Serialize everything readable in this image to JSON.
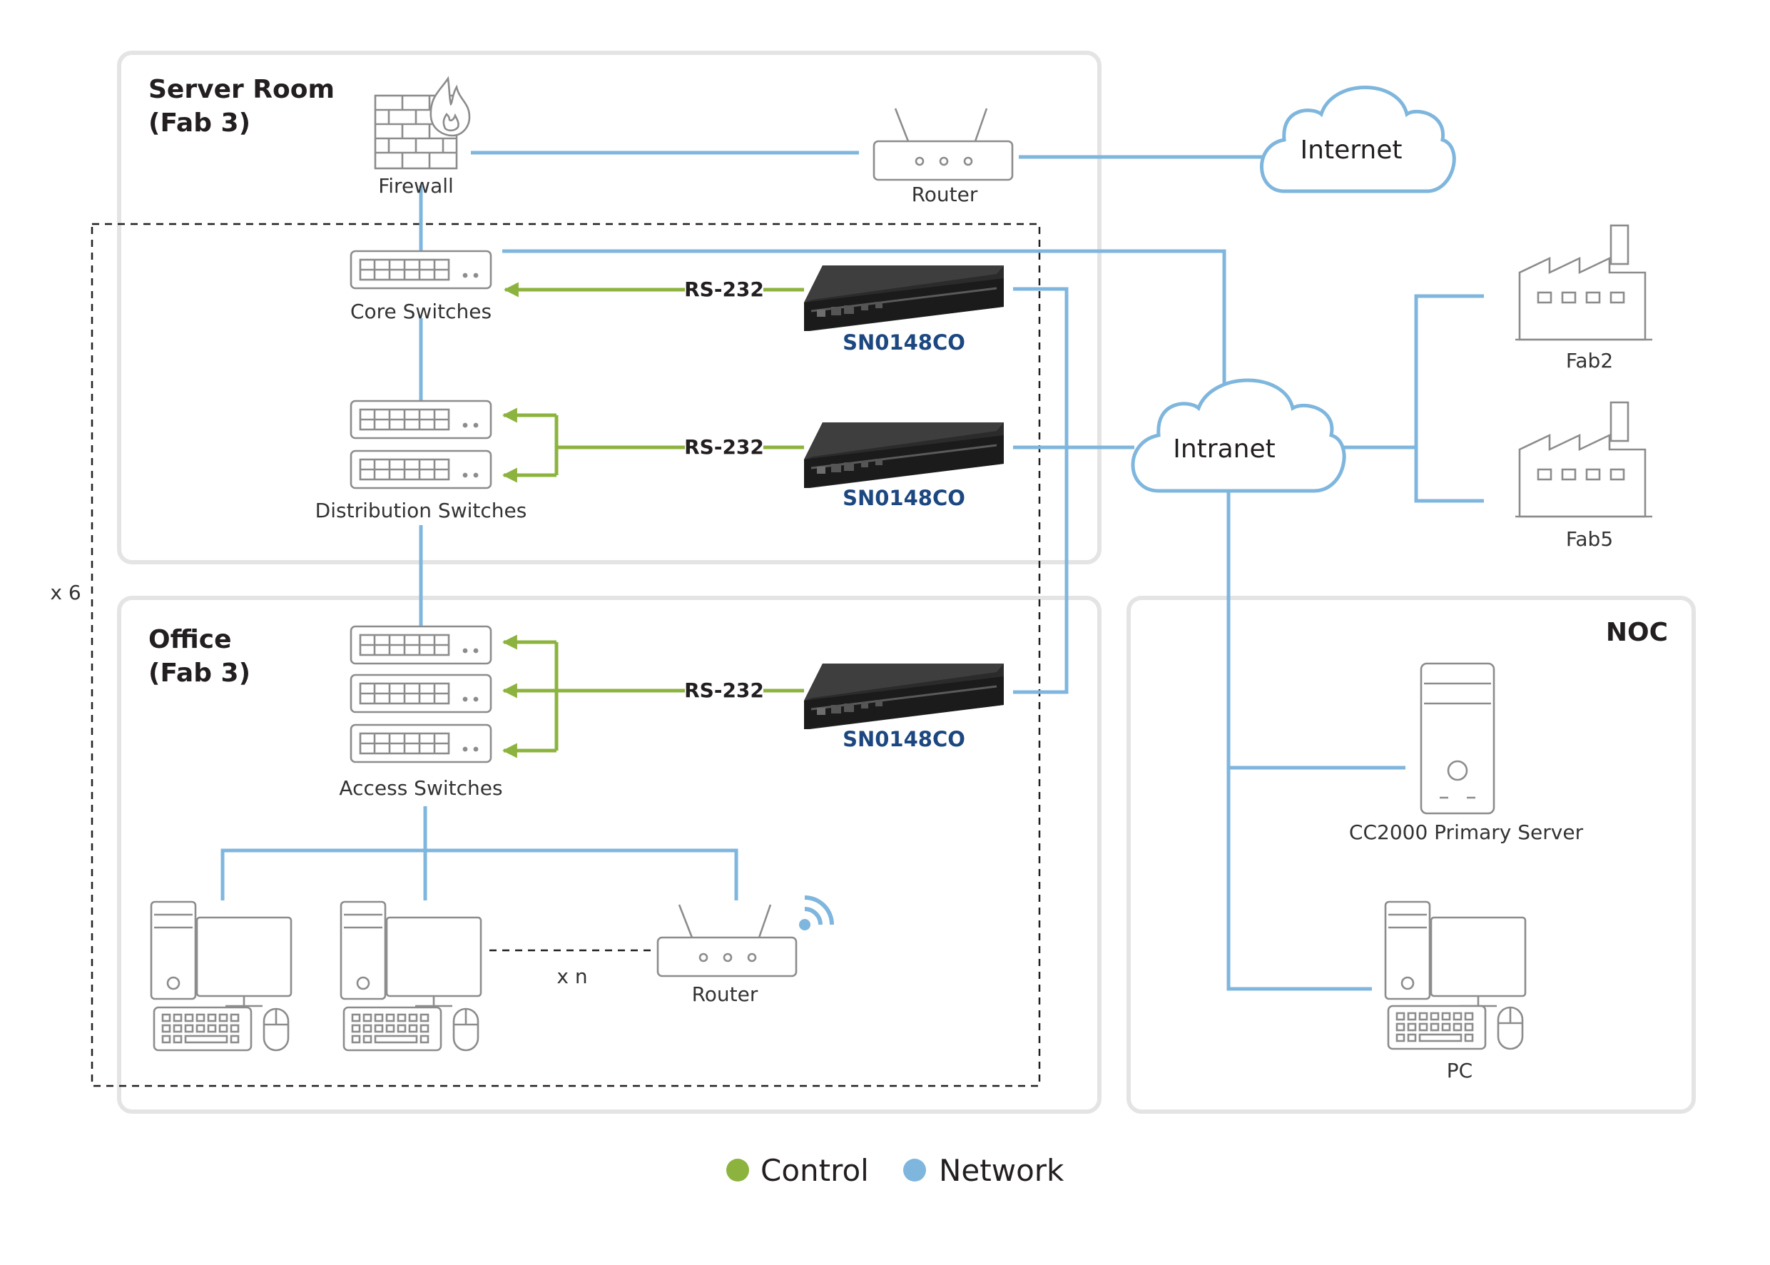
{
  "groups": {
    "server_room": {
      "line1": "Server Room",
      "line2": "(Fab 3)"
    },
    "office": {
      "line1": "Office",
      "line2": "(Fab 3)"
    },
    "noc": "NOC",
    "multiplier": "x 6"
  },
  "devices": {
    "firewall": "Firewall",
    "router_top": "Router",
    "core_switches": "Core Switches",
    "distribution_switches": "Distribution Switches",
    "access_switches": "Access Switches",
    "router_office": "Router",
    "office_multiplier": "x n",
    "primary_server": "CC2000 Primary Server",
    "pc": "PC",
    "fab2": "Fab2",
    "fab5": "Fab5"
  },
  "clouds": {
    "internet": "Internet",
    "intranet": "Intranet"
  },
  "console_servers": [
    {
      "model": "SN0148CO",
      "link": "RS-232"
    },
    {
      "model": "SN0148CO",
      "link": "RS-232"
    },
    {
      "model": "SN0148CO",
      "link": "RS-232"
    }
  ],
  "legend": [
    {
      "label": "Control",
      "color": "#8db33f"
    },
    {
      "label": "Network",
      "color": "#7fb6dd"
    }
  ],
  "colors": {
    "control": "#8db33f",
    "network": "#7fb6dd",
    "model_text": "#1c4780"
  },
  "icons": [
    "firewall-icon",
    "router-icon",
    "switch-icon",
    "console-server-icon",
    "cloud-icon",
    "factory-icon",
    "server-tower-icon",
    "desktop-pc-icon",
    "keyboard-icon",
    "mouse-icon",
    "wifi-icon"
  ]
}
